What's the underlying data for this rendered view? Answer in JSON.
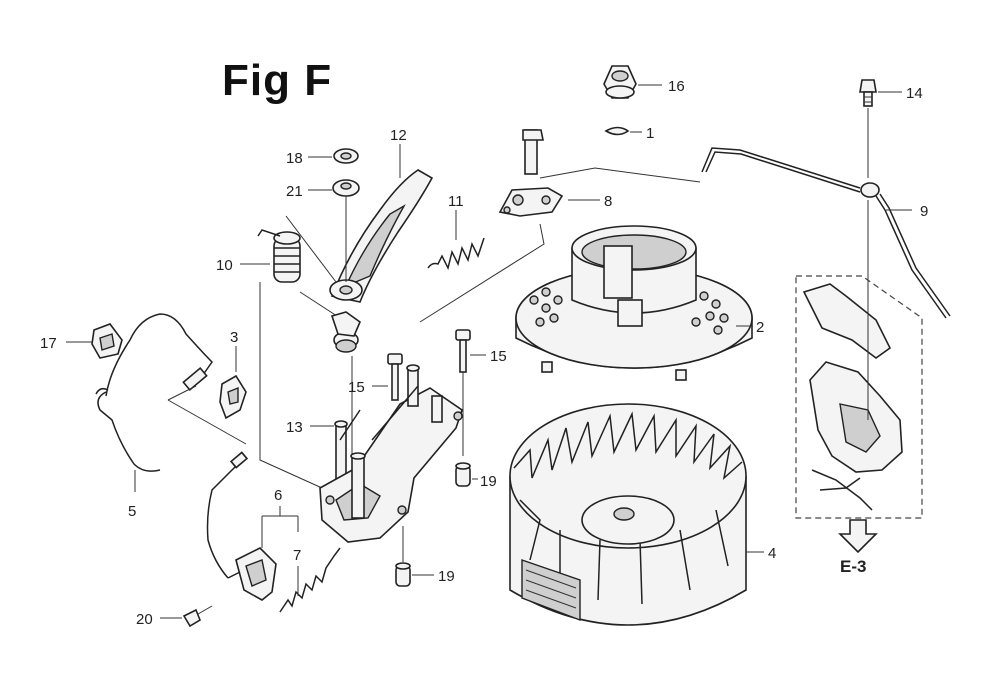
{
  "figure": {
    "title": "Fig F",
    "reference_label": "E-3"
  },
  "callouts": [
    {
      "id": "p1",
      "number": "1"
    },
    {
      "id": "p2",
      "number": "2"
    },
    {
      "id": "p3",
      "number": "3"
    },
    {
      "id": "p4",
      "number": "4"
    },
    {
      "id": "p5",
      "number": "5"
    },
    {
      "id": "p6",
      "number": "6"
    },
    {
      "id": "p7",
      "number": "7"
    },
    {
      "id": "p8",
      "number": "8"
    },
    {
      "id": "p9",
      "number": "9"
    },
    {
      "id": "p10",
      "number": "10"
    },
    {
      "id": "p11",
      "number": "11"
    },
    {
      "id": "p12",
      "number": "12"
    },
    {
      "id": "p13",
      "number": "13"
    },
    {
      "id": "p14",
      "number": "14"
    },
    {
      "id": "p15a",
      "number": "15"
    },
    {
      "id": "p15b",
      "number": "15"
    },
    {
      "id": "p16",
      "number": "16"
    },
    {
      "id": "p17",
      "number": "17"
    },
    {
      "id": "p18",
      "number": "18"
    },
    {
      "id": "p19a",
      "number": "19"
    },
    {
      "id": "p19b",
      "number": "19"
    },
    {
      "id": "p20",
      "number": "20"
    },
    {
      "id": "p21",
      "number": "21"
    }
  ]
}
